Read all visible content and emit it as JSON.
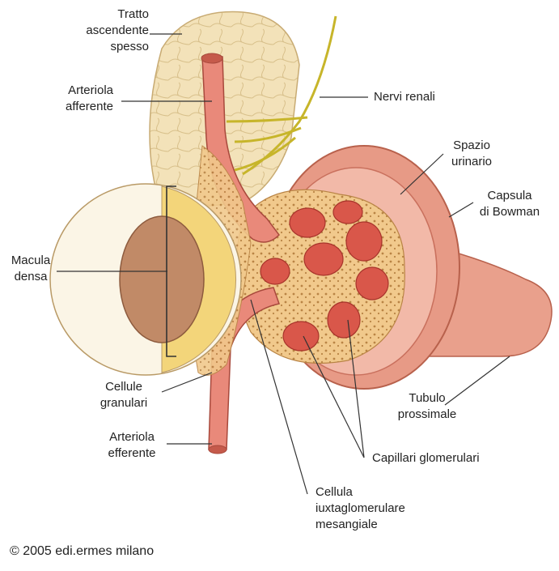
{
  "labels": {
    "tratto": [
      "Tratto",
      "ascendente",
      "spesso"
    ],
    "arteriola_afferente": [
      "Arteriola",
      "afferente"
    ],
    "nervi": "Nervi renali",
    "spazio": [
      "Spazio",
      "urinario"
    ],
    "capsula": [
      "Capsula",
      "di Bowman"
    ],
    "macula": [
      "Macula",
      "densa"
    ],
    "cellule_granulari": [
      "Cellule",
      "granulari"
    ],
    "arteriola_efferente": [
      "Arteriola",
      "efferente"
    ],
    "tubulo": [
      "Tubulo",
      "prossimale"
    ],
    "capillari": "Capillari glomerulari",
    "cellula": [
      "Cellula",
      "iuxtaglomerulare",
      "mesangiale"
    ]
  },
  "copyright": "© 2005 edi.ermes milano",
  "colors": {
    "tubule_fill": "#f3e2b9",
    "capsule_fill": "#e79a86",
    "capillary_fill": "#d9574a",
    "arteriole_fill": "#e9897a",
    "nerve": "#c7b52a",
    "macula_fill": "#f3d57a",
    "lumen_fill": "#c18a67"
  }
}
